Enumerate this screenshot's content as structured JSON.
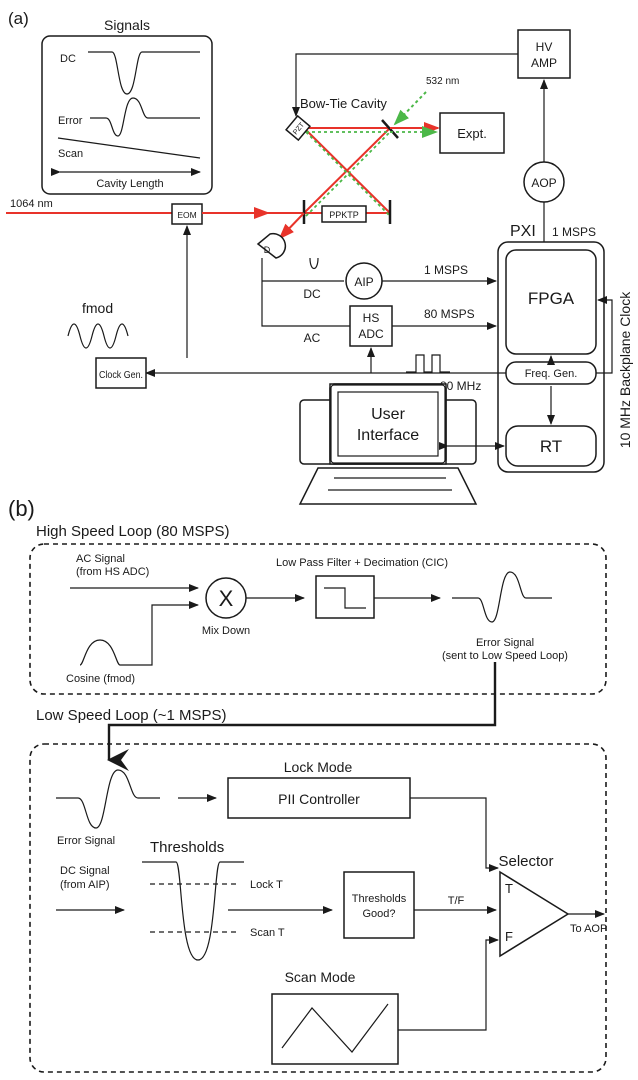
{
  "colors": {
    "laser_1064": "#e8332a",
    "laser_532": "#4cb848",
    "ink": "#1a1a1a"
  },
  "panel_a": {
    "label": "(a)",
    "signals_box": {
      "title": "Signals",
      "dc": "DC",
      "error": "Error",
      "scan": "Scan",
      "axis": "Cavity Length"
    },
    "laser_1064": "1064 nm",
    "laser_532": "532 nm",
    "eom": "EOM",
    "bow_tie": "Bow-Tie Cavity",
    "pzt": "PZT",
    "ppktp": "PPKTP",
    "expt": "Expt.",
    "hv_amp_1": "HV",
    "hv_amp_2": "AMP",
    "aop": "AOP",
    "pxi": "PXI",
    "detector": "D",
    "dc": "DC",
    "ac": "AC",
    "aip": "AIP",
    "rate_1msps_a": "1 MSPS",
    "rate_1msps_b": "1 MSPS",
    "rate_80msps": "80 MSPS",
    "hs_adc_1": "HS",
    "hs_adc_2": "ADC",
    "fpga": "FPGA",
    "fmod": "fmod",
    "clock_gen": "Clock Gen.",
    "freq_gen": "Freq. Gen.",
    "mhz80": "80 MHz",
    "user_interface_1": "User",
    "user_interface_2": "Interface",
    "rt": "RT",
    "backplane": "10 MHz Backplane Clock"
  },
  "panel_b": {
    "label": "(b)",
    "high_speed_title": "High Speed Loop (80 MSPS)",
    "ac_signal_1": "AC Signal",
    "ac_signal_2": "(from HS ADC)",
    "mixer": "X",
    "mix_down": "Mix Down",
    "lpf": "Low Pass Filter + Decimation (CIC)",
    "cosine": "Cosine (fmod)",
    "error_signal_1": "Error Signal",
    "error_signal_2": "(sent to Low Speed Loop)",
    "low_speed_title": "Low Speed Loop (~1 MSPS)",
    "lock_mode": "Lock Mode",
    "pii": "PII Controller",
    "error_signal": "Error Signal",
    "thresholds": "Thresholds",
    "dc_signal_1": "DC Signal",
    "dc_signal_2": "(from AIP)",
    "lock_t": "Lock T",
    "scan_t": "Scan T",
    "thresholds_good_1": "Thresholds",
    "thresholds_good_2": "Good?",
    "tf": "T/F",
    "selector": "Selector",
    "sel_t": "T",
    "sel_f": "F",
    "to_aop": "To AOP",
    "scan_mode": "Scan Mode"
  }
}
